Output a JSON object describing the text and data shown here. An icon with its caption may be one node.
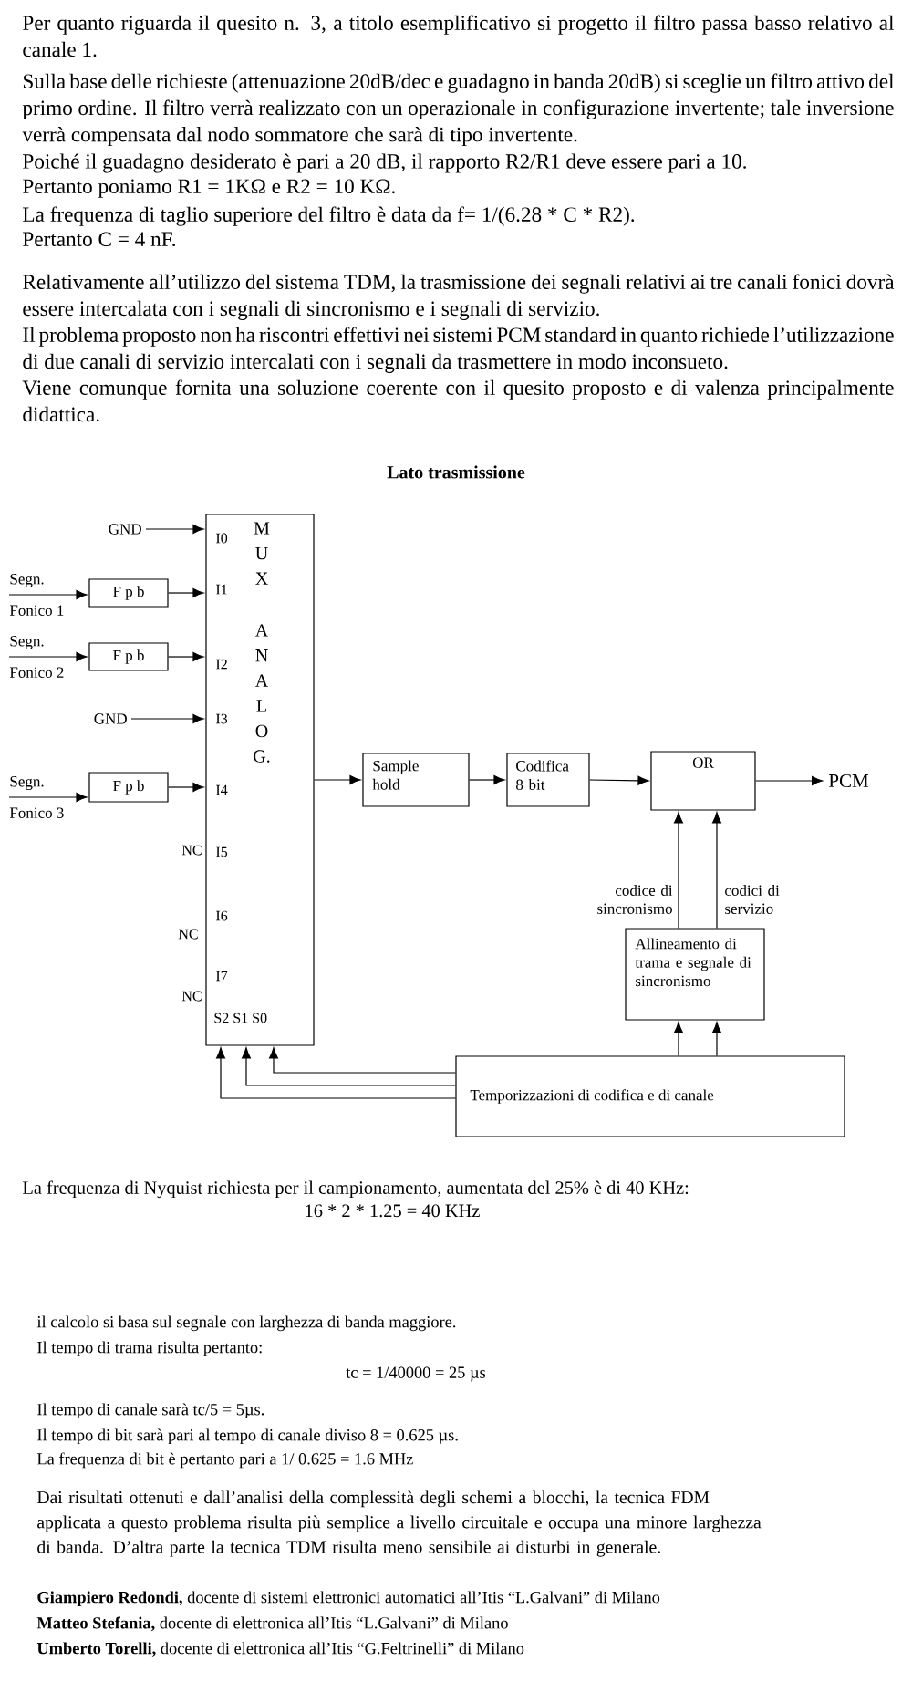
{
  "diagram": {
    "title": "Lato trasmissione",
    "nodes": [
      {
        "text": [
          "GND"
        ]
      },
      {
        "text": [
          "Segn.",
          "Fonico 1"
        ]
      },
      {
        "text": [
          "F p b"
        ]
      },
      {
        "text": [
          "Segn.",
          "Fonico 2"
        ]
      },
      {
        "text": [
          "F p b"
        ]
      },
      {
        "text": [
          "GND"
        ]
      },
      {
        "text": [
          "Segn.",
          "Fonico 3"
        ]
      },
      {
        "text": [
          "F p b"
        ]
      },
      {
        "text": [
          "M U X",
          "A N A L O G."
        ]
      },
      {
        "text": [
          "Sample hold"
        ]
      },
      {
        "text": [
          "Codifica 8 bit"
        ]
      },
      {
        "text": [
          "OR"
        ]
      },
      {
        "text": [
          "PCM"
        ]
      },
      {
        "text": [
          "Allineamento di trama e segnale di sincronismo"
        ]
      },
      {
        "text": [
          "Temporizzazioni di codifica e di canale"
        ]
      }
    ],
    "edges": [
      {
        "from": 0,
        "to": 8,
        "arrow": "to"
      },
      {
        "from": 1,
        "to": 2,
        "arrow": "to"
      },
      {
        "from": 2,
        "to": 8,
        "arrow": "to"
      },
      {
        "from": 3,
        "to": 4,
        "arrow": "to"
      },
      {
        "from": 4,
        "to": 8,
        "arrow": "to"
      },
      {
        "from": 5,
        "to": 8,
        "arrow": "to"
      },
      {
        "from": 6,
        "to": 7,
        "arrow": "to"
      },
      {
        "from": 7,
        "to": 8,
        "arrow": "to"
      },
      {
        "from": 8,
        "to": 9,
        "arrow": "to"
      },
      {
        "from": 9,
        "to": 10,
        "arrow": "to"
      },
      {
        "from": 10,
        "to": 11,
        "arrow": "to"
      },
      {
        "from": 11,
        "to": 12,
        "arrow": "to"
      },
      {
        "from": 13,
        "to": 11,
        "arrow": "to",
        "label": "codice di sincronismo"
      },
      {
        "from": 13,
        "to": 11,
        "arrow": "to",
        "label": "codici di servizio"
      },
      {
        "from": 14,
        "to": 13,
        "arrow": "to"
      },
      {
        "from": 14,
        "to": 13,
        "arrow": "to"
      },
      {
        "from": 14,
        "to": 8,
        "arrow": "to"
      },
      {
        "from": 14,
        "to": 8,
        "arrow": "to"
      },
      {
        "from": 14,
        "to": 8,
        "arrow": "to"
      }
    ],
    "labels": [
      "Per quanto riguarda il quesito n. 3, a titolo esemplificativo si progetto il filtro passa basso relativo al canale 1.",
      "Sulla base delle richieste (attenuazione 20dB/dec e guadagno in banda 20dB) si sceglie un filtro attivo del primo ordine. Il filtro verrà realizzato con un operazionale in configurazione invertente; tale inversione verrà compensata dal nodo sommatore che sarà di tipo invertente.",
      "Poiché il guadagno desiderato è pari a 20 dB, il rapporto R2/R1 deve essere pari a 10.",
      "Pertanto poniamo R1 = 1KΩ e R2 = 10 KΩ.",
      "La frequenza di taglio superiore del filtro è data da f= 1/(6.28 * C * R2).",
      "Pertanto C = 4 nF.",
      "Relativamente all’utilizzo del sistema TDM, la trasmissione dei segnali relativi ai tre canali fonici dovrà essere intercalata con i segnali di sincronismo e i segnali di servizio.",
      "Il problema proposto non ha riscontri effettivi nei sistemi PCM standard in quanto richiede l’utilizzazione di due canali di servizio intercalati con i segnali da trasmettere in modo inconsueto.",
      "Viene comunque fornita una soluzione coerente con il quesito proposto e di valenza principalmente didattica.",
      "I0",
      "I1",
      "I2",
      "I3",
      "I4",
      "I5",
      "I6",
      "I7",
      "S2 S1 S0",
      "NC",
      "NC",
      "NC",
      "La frequenza di Nyquist richiesta per il campionamento, aumentata del 25% è di 40 KHz:",
      "16 * 2 * 1.25 = 40 KHz",
      "il calcolo si basa sul segnale con larghezza di banda maggiore.",
      "Il tempo di trama risulta pertanto:",
      "tc = 1/40000 = 25 µs",
      "Il tempo di canale sarà tc/5 = 5µs.",
      "Il tempo di bit sarà pari al tempo di canale diviso 8 = 0.625 µs.",
      "La frequenza di bit è pertanto pari a 1/ 0.625 = 1.6 MHz",
      "Dai risultati ottenuti e dall’analisi della complessità degli schemi a blocchi, la tecnica FDM applicata a questo problema risulta più semplice a livello circuitale e occupa una minore larghezza di banda. D’altra parte la tecnica TDM risulta meno sensibile ai disturbi in generale.",
      "**Giampiero Redondi,** docente di sistemi elettronici automatici all’Itis “L.Galvani” di Milano",
      "**Matteo Stefania,** docente di elettronica all’Itis “L.Galvani” di Milano",
      "**Umberto Torelli,** docente di elettronica all’Itis “G.Feltrinelli” di Milano"
    ]
  }
}
